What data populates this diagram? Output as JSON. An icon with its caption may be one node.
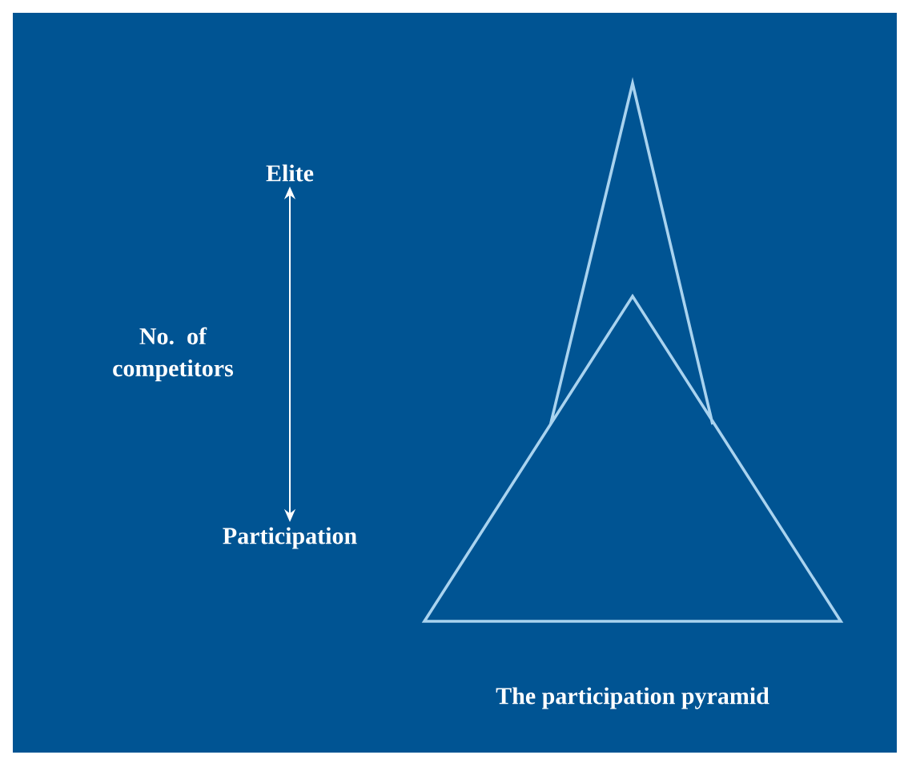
{
  "diagram": {
    "caption": "The participation pyramid",
    "nodes": [
      {
        "text": [
          "Elite"
        ]
      },
      {
        "text": [
          "Participation"
        ]
      }
    ],
    "edges": [
      {
        "from": 0,
        "to": 1,
        "arrow": "both",
        "label": "No. of competitors"
      }
    ]
  }
}
